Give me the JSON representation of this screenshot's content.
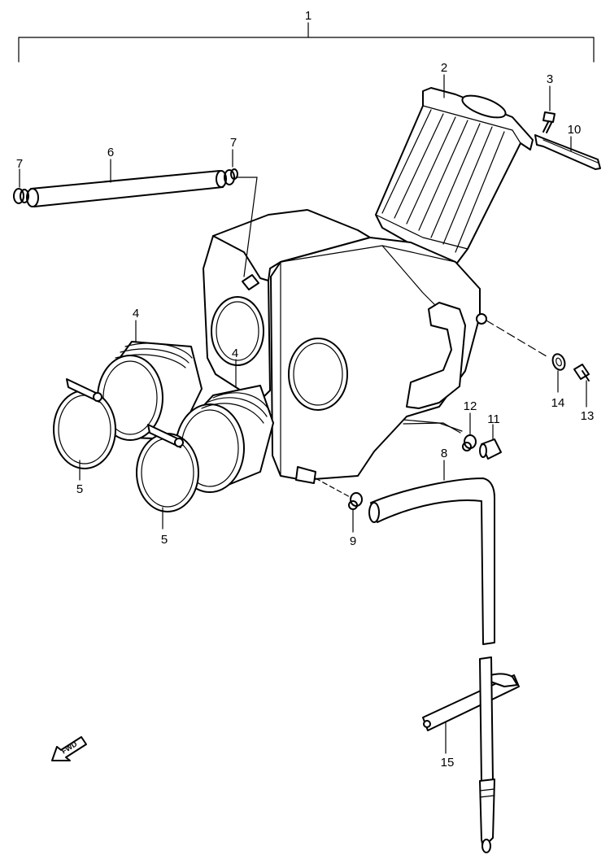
{
  "diagram": {
    "callouts": {
      "c1": "1",
      "c2": "2",
      "c3": "3",
      "c4a": "4",
      "c4b": "4",
      "c5a": "5",
      "c5b": "5",
      "c6": "6",
      "c7a": "7",
      "c7b": "7",
      "c8": "8",
      "c9": "9",
      "c10": "10",
      "c11": "11",
      "c12": "12",
      "c13": "13",
      "c14": "14",
      "c15": "15"
    },
    "direction_arrow": {
      "text": "FWD",
      "icon": "forward-arrow-icon"
    }
  }
}
